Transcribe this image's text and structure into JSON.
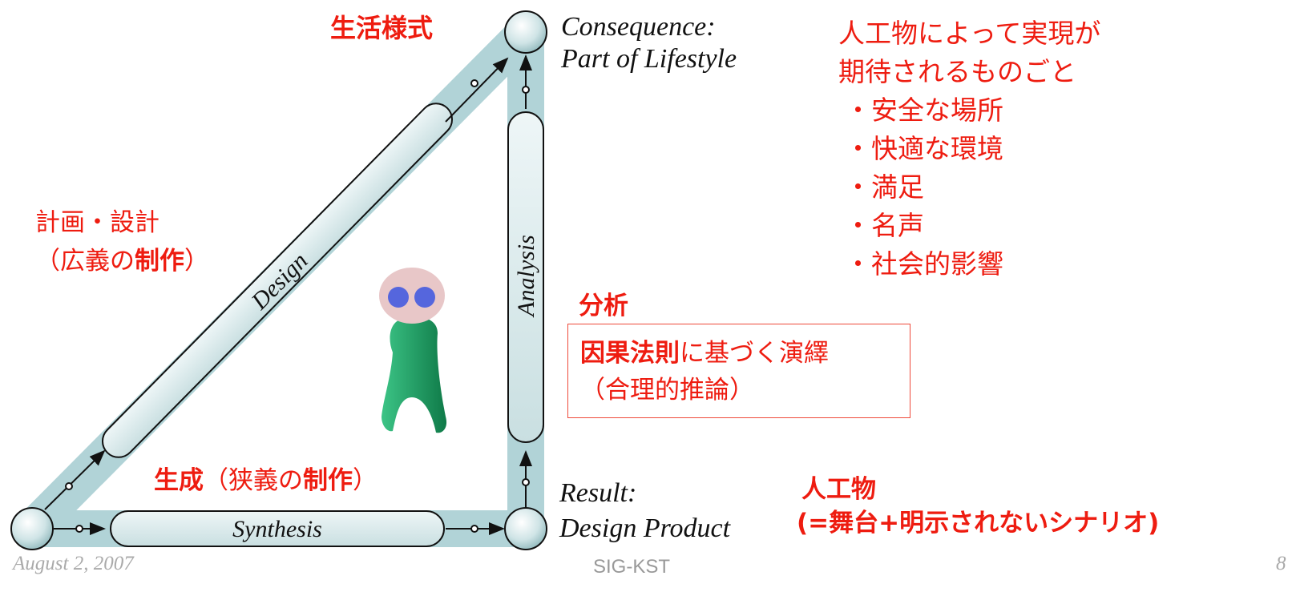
{
  "corners": {
    "consequence": {
      "line1": "Consequence:",
      "line2": "Part of Lifestyle"
    },
    "result": {
      "line1": "Result:",
      "line2": "Design Product"
    }
  },
  "phases": {
    "design": "Design",
    "analysis": "Analysis",
    "synthesis": "Synthesis"
  },
  "labels": {
    "lifestyle": "生活様式",
    "planning_line1": "計画・設計",
    "planning_line2_a": "（広義の",
    "planning_line2_b": "制作",
    "planning_line2_c": "）",
    "analysis_jp": "分析",
    "generation_a": "生成",
    "generation_b": "（狭義の",
    "generation_c": "制作",
    "generation_d": "）",
    "artifact_line1": "人工物",
    "artifact_line2": "(=舞台+明示されないシナリオ)"
  },
  "expectations": {
    "heading_line1": "人工物によって実現が",
    "heading_line2": "期待されるものごと",
    "items": [
      "・安全な場所",
      "・快適な環境",
      "・満足",
      "・名声",
      "・社会的影響"
    ]
  },
  "reasoning_box": {
    "bold_part": "因果法則",
    "rest_part": "に基づく演繹",
    "line2": "（合理的推論）"
  },
  "footer": {
    "date": "August 2, 2007",
    "center": "SIG-KST",
    "page": "8"
  },
  "colors": {
    "accent_red": "#ee1c10",
    "band": "#a9cfd3",
    "pill_fill": "#dcecee",
    "figure_green": "#1fa56a",
    "head_pink": "#e8c7c8",
    "eye_blue": "#5566dd"
  }
}
